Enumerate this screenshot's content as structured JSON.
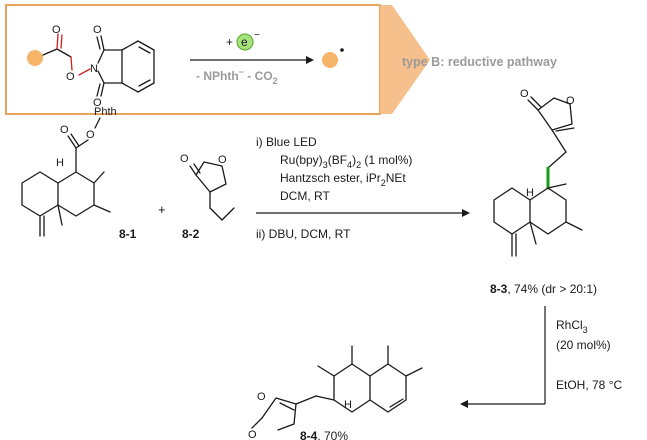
{
  "mechanism_box": {
    "reagent_plus": "+",
    "electron_symbol": "e",
    "electron_charge": "−",
    "byproducts": "- NPhth",
    "byproduct_charge": "−",
    "byproduct_co2": " - CO",
    "co2_subscript": "2",
    "pathway_label": "type B: reductive pathway",
    "colors": {
      "box_border": "#e8a45c",
      "pentagon_fill": "#f6c08c",
      "radical_fill": "#f6b469",
      "electron_fill": "#a7e37c",
      "red": "#d21f1f",
      "green_bond": "#1a9a1a"
    }
  },
  "reaction1": {
    "conditions_i_prefix": "i) Blue LED",
    "ru_catalyst": "Ru(bpy)",
    "ru_sub3": "3",
    "ru_bf": "(BF",
    "ru_sub4": "4",
    "ru_close": ")",
    "ru_sub2": "2",
    "ru_loading": " (1 mol%)",
    "hantzsch": "Hantzsch ester, iPr",
    "hantzsch_sub": "2",
    "hantzsch_end": "NEt",
    "solvent_i": "DCM, RT",
    "conditions_ii": "ii) DBU, DCM, RT",
    "plus": "+",
    "sm1_label": "8-1",
    "sm2_label": "8-2",
    "phth_label": "Phth",
    "h_label": "H",
    "o_label": "O"
  },
  "product1": {
    "label": "8-3",
    "yield": ", 74% (dr > 20:1)"
  },
  "reaction2": {
    "catalyst": "RhCl",
    "catalyst_sub": "3",
    "loading": "(20 mol%)",
    "conditions": "EtOH, 78 °C"
  },
  "product2": {
    "label": "8-4",
    "yield": ", 70%"
  }
}
